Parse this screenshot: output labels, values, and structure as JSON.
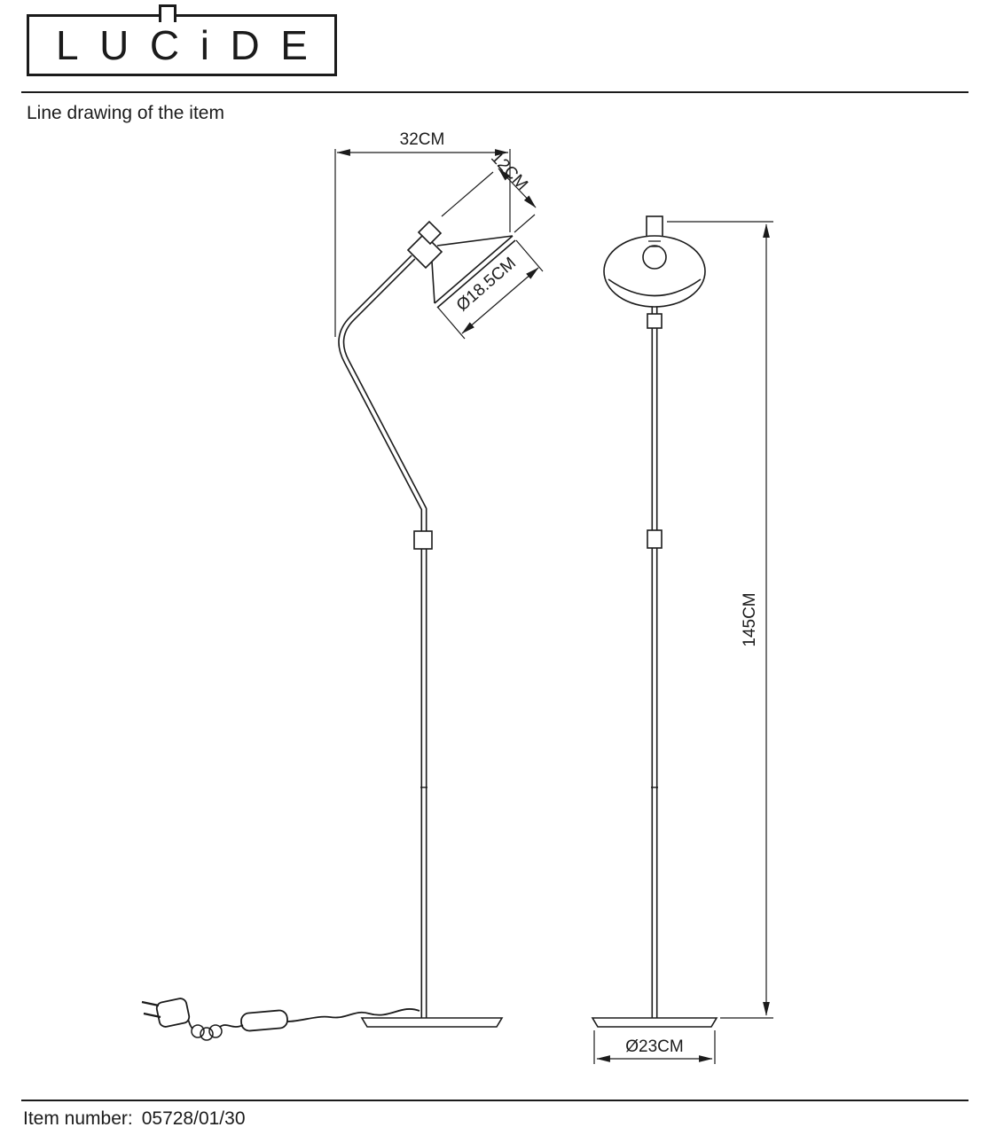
{
  "logo": {
    "letters": [
      "L",
      "U",
      "C",
      "i",
      "D",
      "E"
    ]
  },
  "header": {
    "title": "Line drawing of the item"
  },
  "drawing": {
    "dims": {
      "width_top": "32CM",
      "shade_depth": "12CM",
      "shade_diameter": "Ø18.5CM",
      "height": "145CM",
      "base_diameter": "Ø23CM"
    }
  },
  "footer": {
    "label": "Item number:",
    "value": "05728/01/30"
  }
}
